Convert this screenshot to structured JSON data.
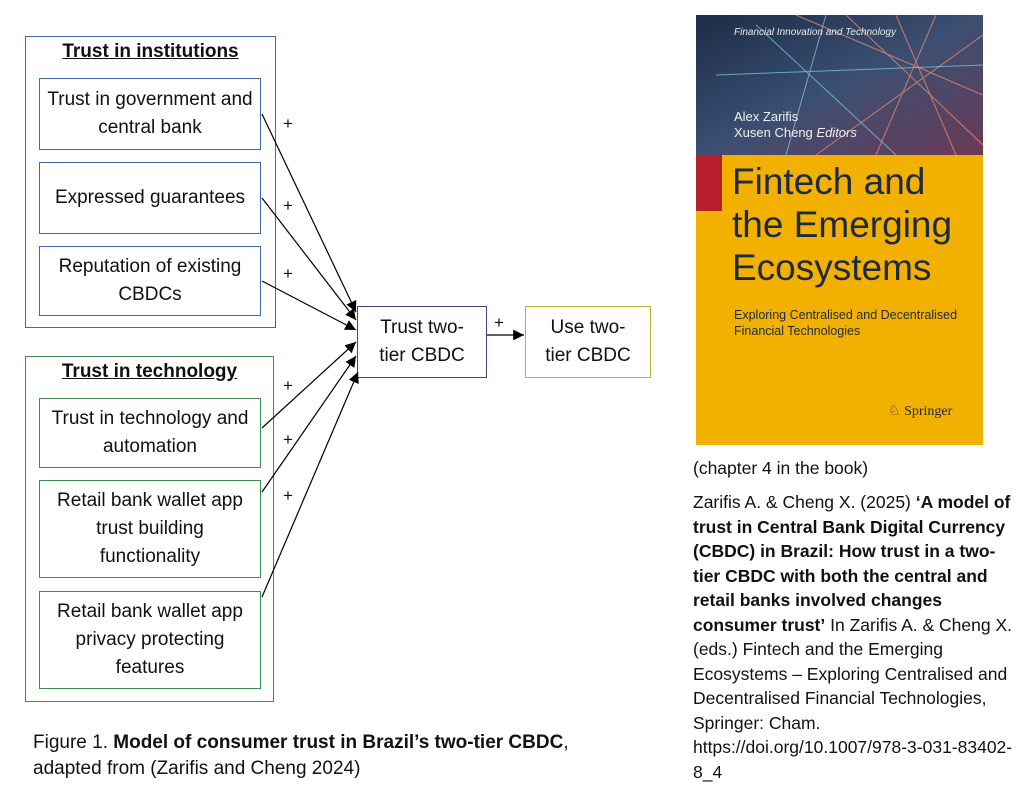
{
  "diagram": {
    "groups": {
      "institutions": {
        "title": "Trust in institutions",
        "color": "#3a6cae"
      },
      "technology": {
        "title": "Trust in technology",
        "color": "#3f8b4e"
      }
    },
    "boxes": {
      "gov": "Trust in government and central bank",
      "guarantees": "Expressed guarantees",
      "reputation": "Reputation of existing CBDCs",
      "tech": "Trust in technology and automation",
      "wallet_trust": "Retail bank wallet app trust building functionality",
      "wallet_privacy": "Retail bank wallet app privacy protecting features",
      "trust_cbdc": "Trust two-tier CBDC",
      "use_cbdc": "Use two-tier CBDC"
    },
    "colors": {
      "trust_box": "#5b3a7a",
      "use_box": "#b8b82f"
    },
    "plus": "+"
  },
  "caption": {
    "prefix": "Figure 1. ",
    "bold": "Model of consumer trust in Brazil’s two-tier CBDC",
    "suffix": ", adapted from (Zarifis and Cheng 2024)"
  },
  "book": {
    "series": "Financial Innovation and Technology",
    "editors_line1": "Alex Zarifis",
    "editors_line2": "Xusen Cheng",
    "editors_label": "Editors",
    "title_line1": "Fintech and",
    "title_line2": "the Emerging",
    "title_line3": "Ecosystems",
    "subtitle_line1": "Exploring  Centralised and Decentralised",
    "subtitle_line2": "Financial Technologies",
    "publisher": "Springer",
    "colors": {
      "band": "#f2b000",
      "dark": "#2a3a55",
      "red": "#b51e2a"
    }
  },
  "reference": {
    "note": "(chapter 4 in the book)",
    "authors": "Zarifis A. & Cheng X. (2025) ",
    "title": "‘A model of trust in Central Bank Digital Currency (CBDC) in Brazil: How trust in a two-tier CBDC with both the central and retail banks involved changes consumer trust’",
    "rest": " In Zarifis A. & Cheng X. (eds.) Fintech and the Emerging Ecosystems – Exploring Centralised and Decentralised Financial Technologies, Springer: Cham. https://doi.org/10.1007/978-3-031-83402-8_4"
  }
}
